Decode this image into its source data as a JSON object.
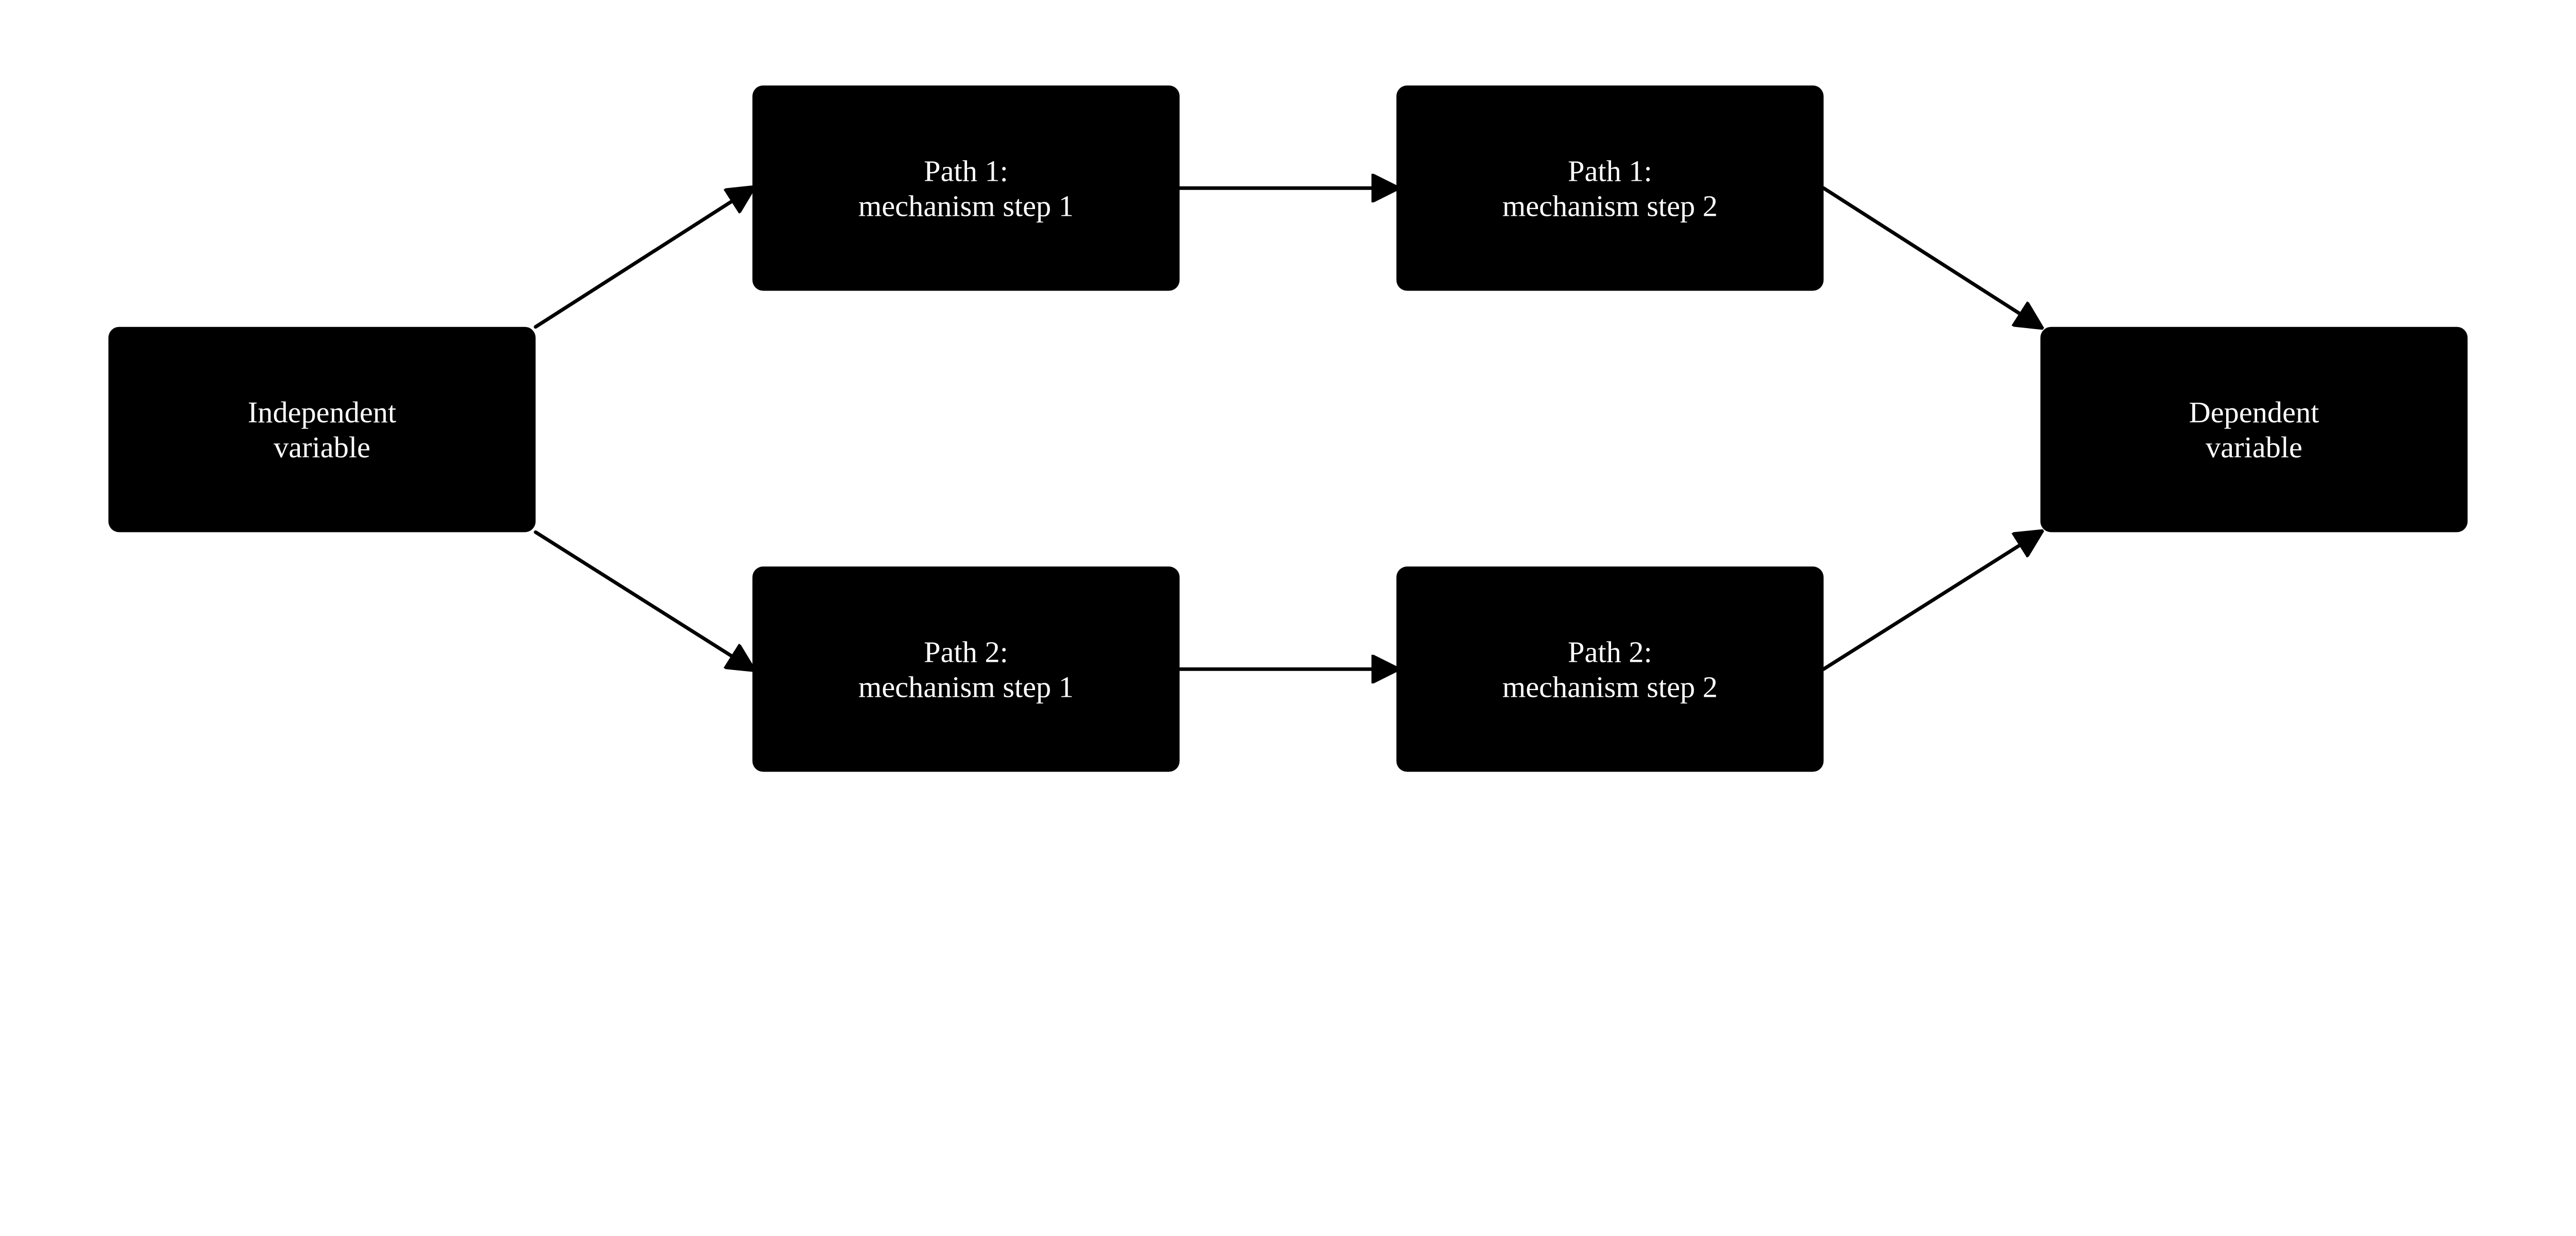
{
  "nodes": {
    "independent": {
      "line1": "Independent",
      "line2": "variable"
    },
    "p1s1": {
      "line1": "Path 1:",
      "line2": "mechanism step 1"
    },
    "p1s2": {
      "line1": "Path 1:",
      "line2": "mechanism step 2"
    },
    "p2s1": {
      "line1": "Path 2:",
      "line2": "mechanism step 1"
    },
    "p2s2": {
      "line1": "Path 2:",
      "line2": "mechanism step 2"
    },
    "dependent": {
      "line1": "Dependent",
      "line2": "variable"
    }
  },
  "edges": [
    [
      "independent",
      "p1s1"
    ],
    [
      "independent",
      "p2s1"
    ],
    [
      "p1s1",
      "p1s2"
    ],
    [
      "p2s1",
      "p2s2"
    ],
    [
      "p1s2",
      "dependent"
    ],
    [
      "p2s2",
      "dependent"
    ]
  ],
  "colors": {
    "box": "#000000",
    "text": "#ffffff",
    "edge": "#000000"
  }
}
